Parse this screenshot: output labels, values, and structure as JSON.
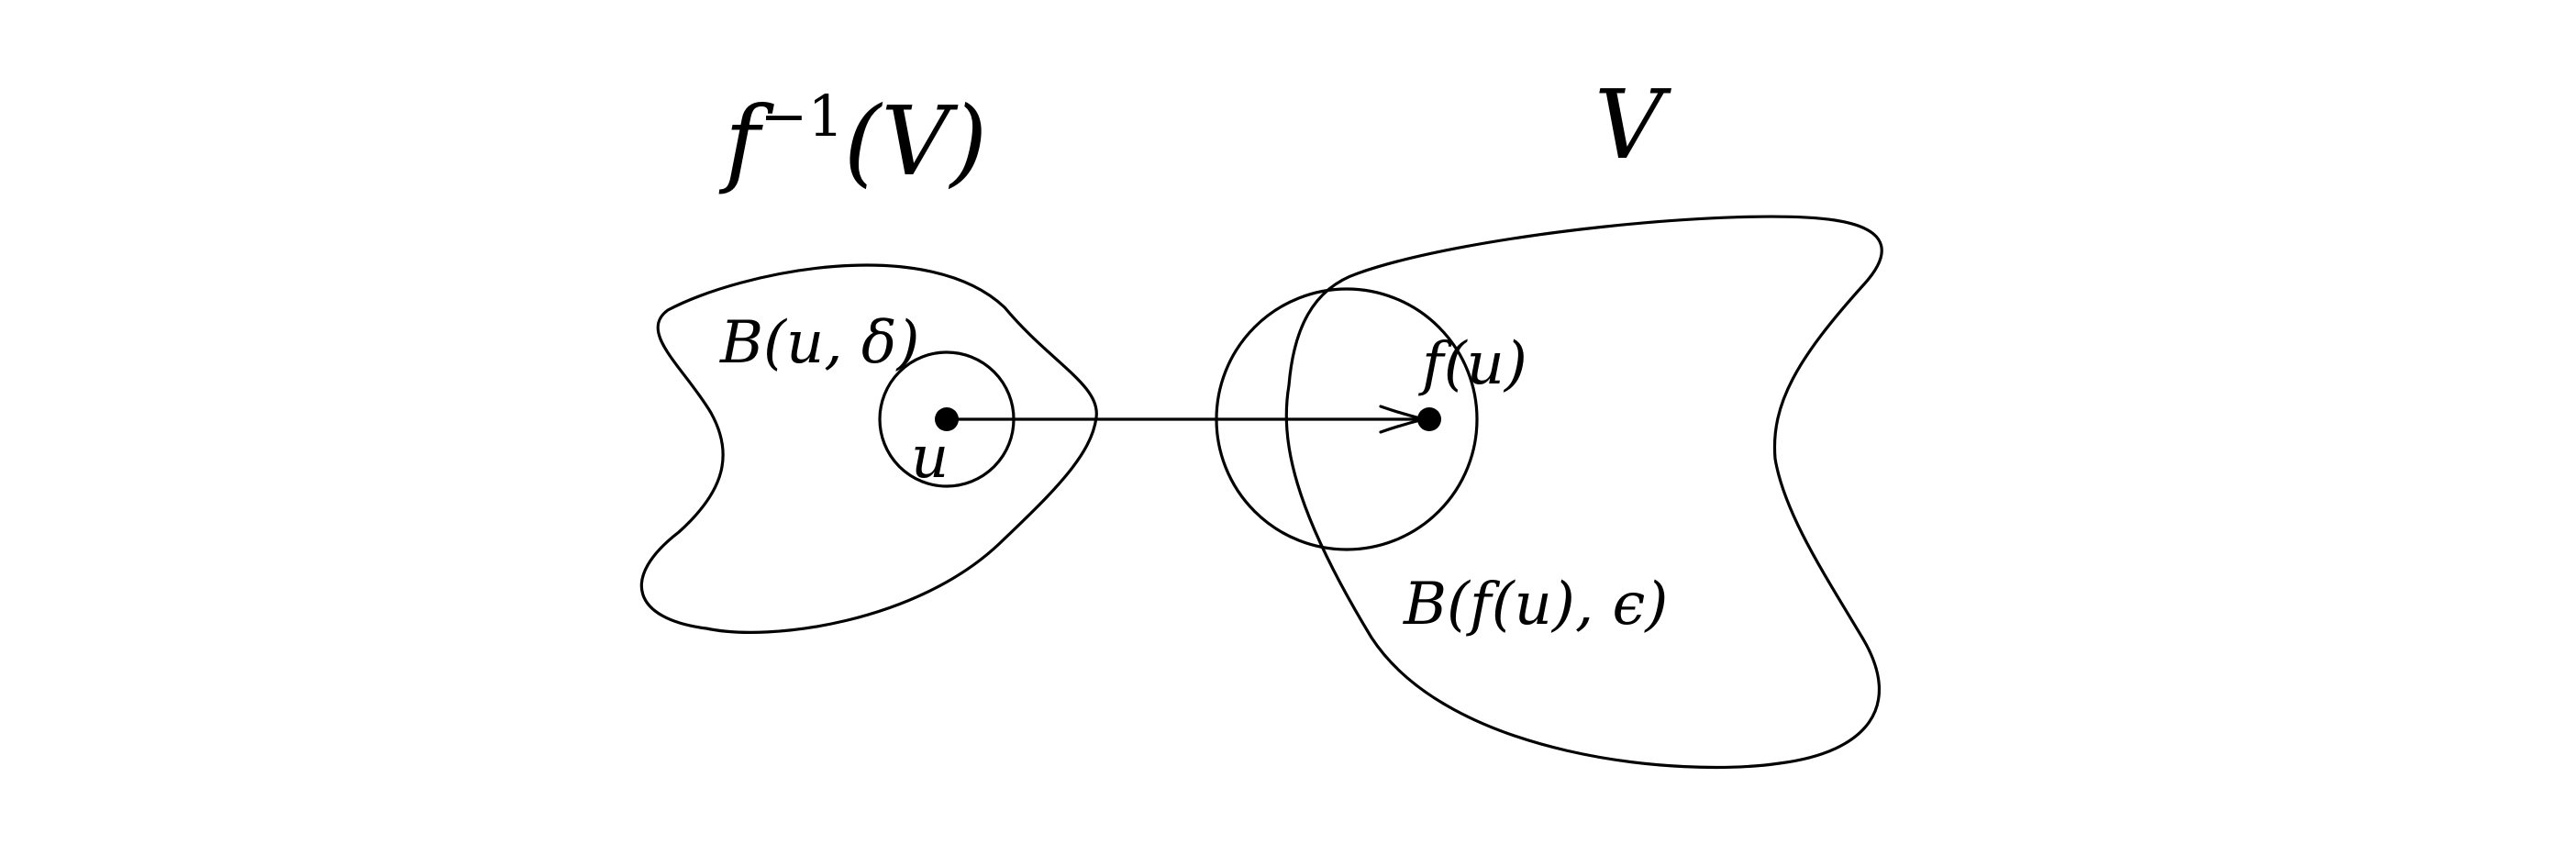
{
  "labels": {
    "preimage_func": "f",
    "preimage_exp": "−1",
    "preimage_arg": "(V)",
    "target_set": "V",
    "ball_delta": "B(u, δ)",
    "point_u": "u",
    "point_fu": "f(u)",
    "ball_eps": "B(f(u), ϵ)"
  }
}
